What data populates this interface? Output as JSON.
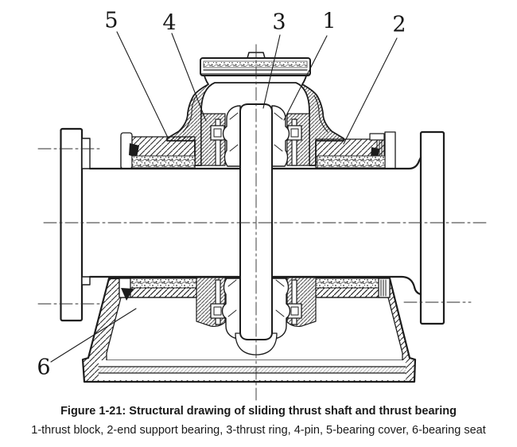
{
  "figure": {
    "callouts": [
      {
        "label": "5"
      },
      {
        "label": "4"
      },
      {
        "label": "3"
      },
      {
        "label": "1"
      },
      {
        "label": "2"
      },
      {
        "label": "6"
      }
    ],
    "caption": {
      "title": "Figure 1-21: Structural drawing of sliding thrust shaft and thrust bearing",
      "legend": "1-thrust block, 2-end support bearing, 3-thrust ring, 4-pin, 5-bearing cover, 6-bearing seat"
    },
    "legend_items": [
      {
        "number": "1",
        "name": "thrust block"
      },
      {
        "number": "2",
        "name": "end support bearing"
      },
      {
        "number": "3",
        "name": "thrust ring"
      },
      {
        "number": "4",
        "name": "pin"
      },
      {
        "number": "5",
        "name": "bearing cover"
      },
      {
        "number": "6",
        "name": "bearing seat"
      }
    ],
    "colors": {
      "ink": "#1c1c1c",
      "background": "#ffffff"
    }
  }
}
